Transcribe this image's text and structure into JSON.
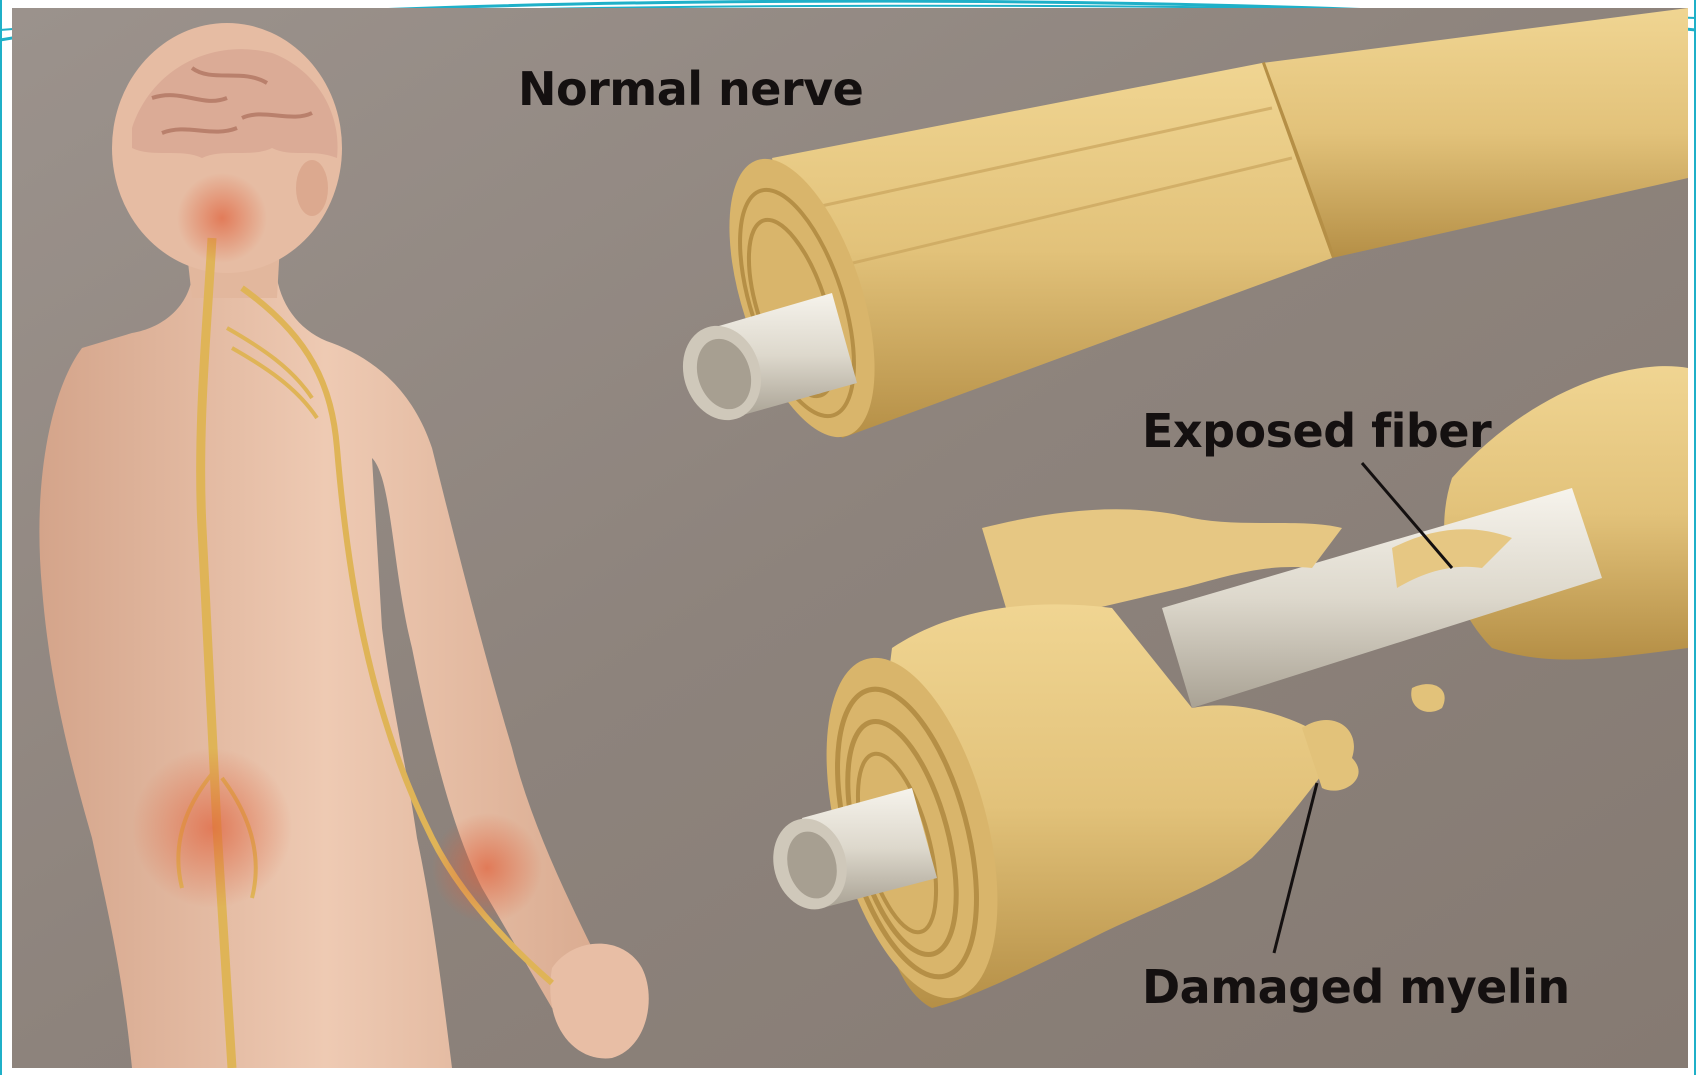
{
  "labels": {
    "normal_nerve": "Normal nerve",
    "exposed_fiber": "Exposed fiber",
    "damaged_myelin": "Damaged myelin"
  },
  "colors": {
    "background": "#8f857e",
    "myelin": "#e2c27a",
    "myelin_shadow": "#b58f46",
    "axon": "#e4e0d6",
    "skin": "#e8c2aa",
    "nerve": "#dfb457",
    "frame_accent": "#1fb0c8",
    "label_text": "#141010"
  }
}
